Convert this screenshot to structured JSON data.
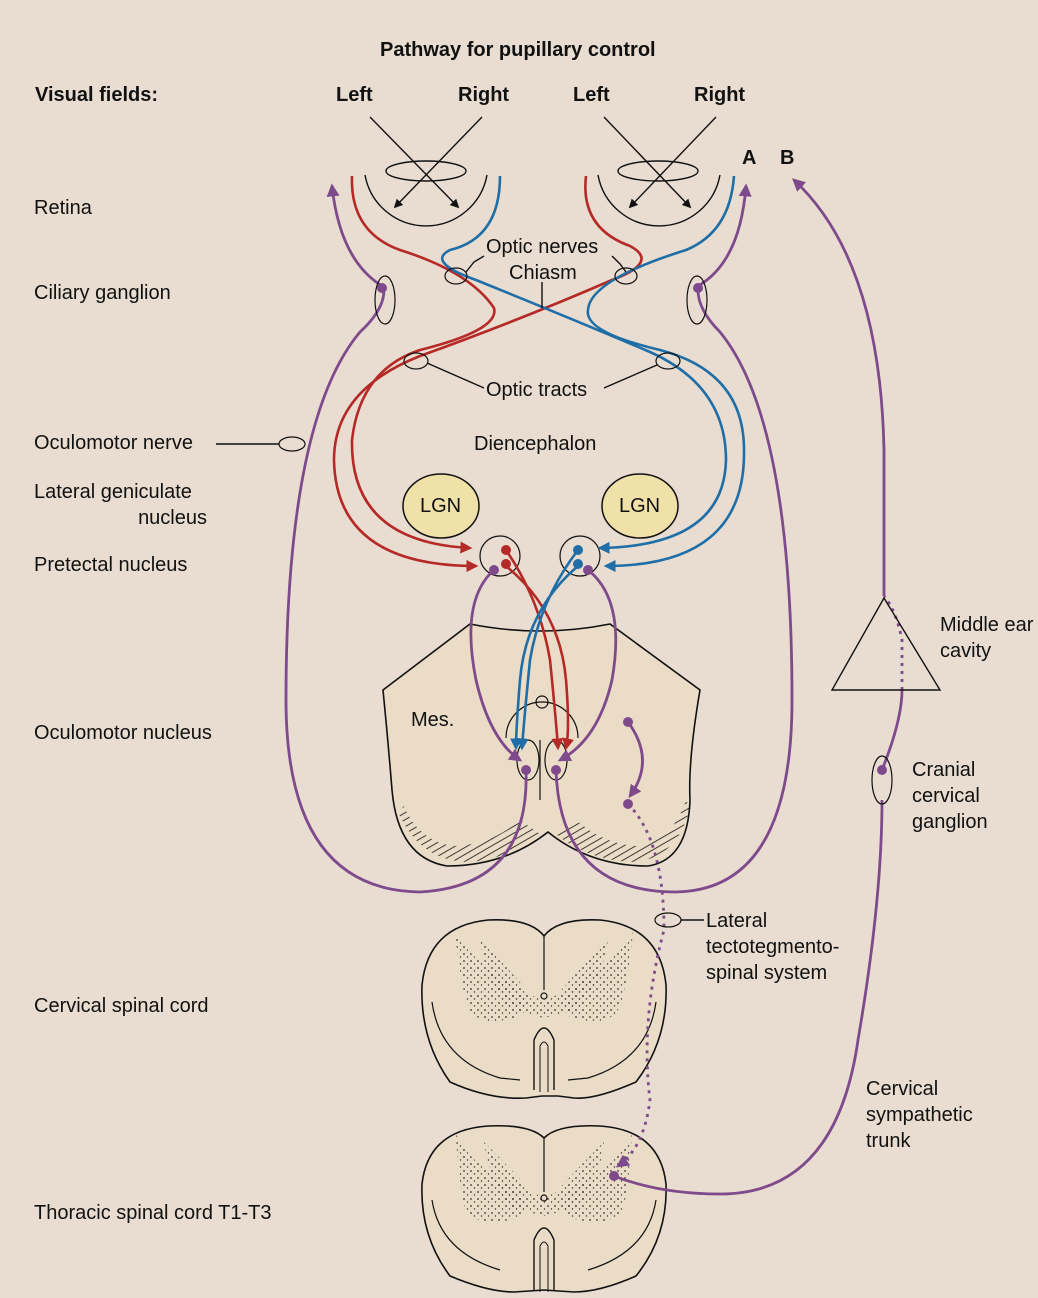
{
  "title": "Pathway for pupillary control",
  "visual_fields": {
    "label": "Visual fields:",
    "eye_a": {
      "left": "Left",
      "right": "Right"
    },
    "eye_b": {
      "left": "Left",
      "right": "Right"
    }
  },
  "panel_labels": {
    "a": "A",
    "b": "B"
  },
  "left_labels": {
    "retina": "Retina",
    "ciliary_ganglion": "Ciliary ganglion",
    "oculomotor_nerve": "Oculomotor nerve",
    "lgn_line1": "Lateral geniculate",
    "lgn_line2": "nucleus",
    "pretectal": "Pretectal nucleus",
    "oculomotor_nucleus": "Oculomotor nucleus",
    "cervical_cord": "Cervical spinal cord",
    "thoracic_cord": "Thoracic spinal cord T1-T3"
  },
  "center_labels": {
    "optic_nerves": "Optic nerves",
    "chiasm": "Chiasm",
    "optic_tracts": "Optic tracts",
    "diencephalon": "Diencephalon",
    "lgn_left": "LGN",
    "lgn_right": "LGN",
    "mes": "Mes."
  },
  "right_labels": {
    "middle_ear_1": "Middle ear",
    "middle_ear_2": "cavity",
    "cranial_1": "Cranial",
    "cranial_2": "cervical",
    "cranial_3": "ganglion",
    "lateral_1": "Lateral",
    "lateral_2": "tectotegmento-",
    "lateral_3": "spinal system",
    "sympathetic_1": "Cervical",
    "sympathetic_2": "sympathetic",
    "sympathetic_3": "trunk"
  },
  "colors": {
    "background": "#e8ddd0",
    "red_pathway": "#b52a26",
    "blue_pathway": "#1f6ea8",
    "purple_pathway": "#7f4a8c",
    "tissue_fill": "#eadcc6",
    "lgn_fill": "#f0e1a8"
  }
}
